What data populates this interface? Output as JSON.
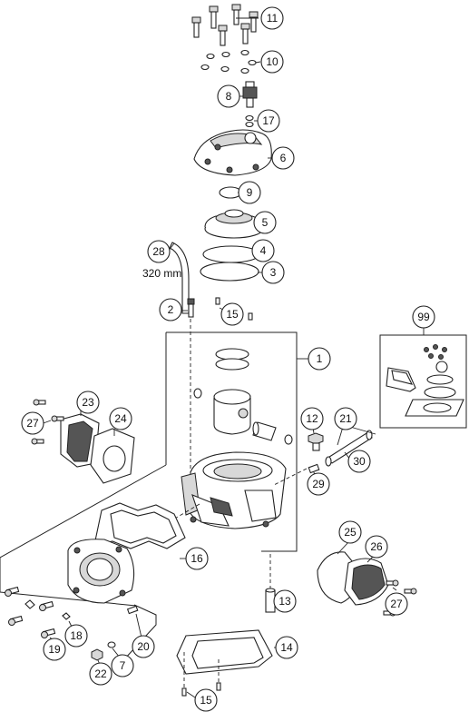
{
  "callouts": [
    {
      "id": "c11",
      "label": "11"
    },
    {
      "id": "c10",
      "label": "10"
    },
    {
      "id": "c8",
      "label": "8"
    },
    {
      "id": "c17",
      "label": "17"
    },
    {
      "id": "c6",
      "label": "6"
    },
    {
      "id": "c9",
      "label": "9"
    },
    {
      "id": "c5",
      "label": "5"
    },
    {
      "id": "c28",
      "label": "28"
    },
    {
      "id": "c4",
      "label": "4"
    },
    {
      "id": "c3",
      "label": "3"
    },
    {
      "id": "c2",
      "label": "2"
    },
    {
      "id": "c15a",
      "label": "15"
    },
    {
      "id": "c99",
      "label": "99"
    },
    {
      "id": "c1",
      "label": "1"
    },
    {
      "id": "c23",
      "label": "23"
    },
    {
      "id": "c24",
      "label": "24"
    },
    {
      "id": "c27a",
      "label": "27"
    },
    {
      "id": "c12",
      "label": "12"
    },
    {
      "id": "c21",
      "label": "21"
    },
    {
      "id": "c30",
      "label": "30"
    },
    {
      "id": "c29",
      "label": "29"
    },
    {
      "id": "c16",
      "label": "16"
    },
    {
      "id": "c25",
      "label": "25"
    },
    {
      "id": "c26",
      "label": "26"
    },
    {
      "id": "c27b",
      "label": "27"
    },
    {
      "id": "c13",
      "label": "13"
    },
    {
      "id": "c18",
      "label": "18"
    },
    {
      "id": "c19",
      "label": "19"
    },
    {
      "id": "c20",
      "label": "20"
    },
    {
      "id": "c7",
      "label": "7"
    },
    {
      "id": "c22",
      "label": "22"
    },
    {
      "id": "c14",
      "label": "14"
    },
    {
      "id": "c15b",
      "label": "15"
    }
  ],
  "hose_length_label": "320 mm"
}
